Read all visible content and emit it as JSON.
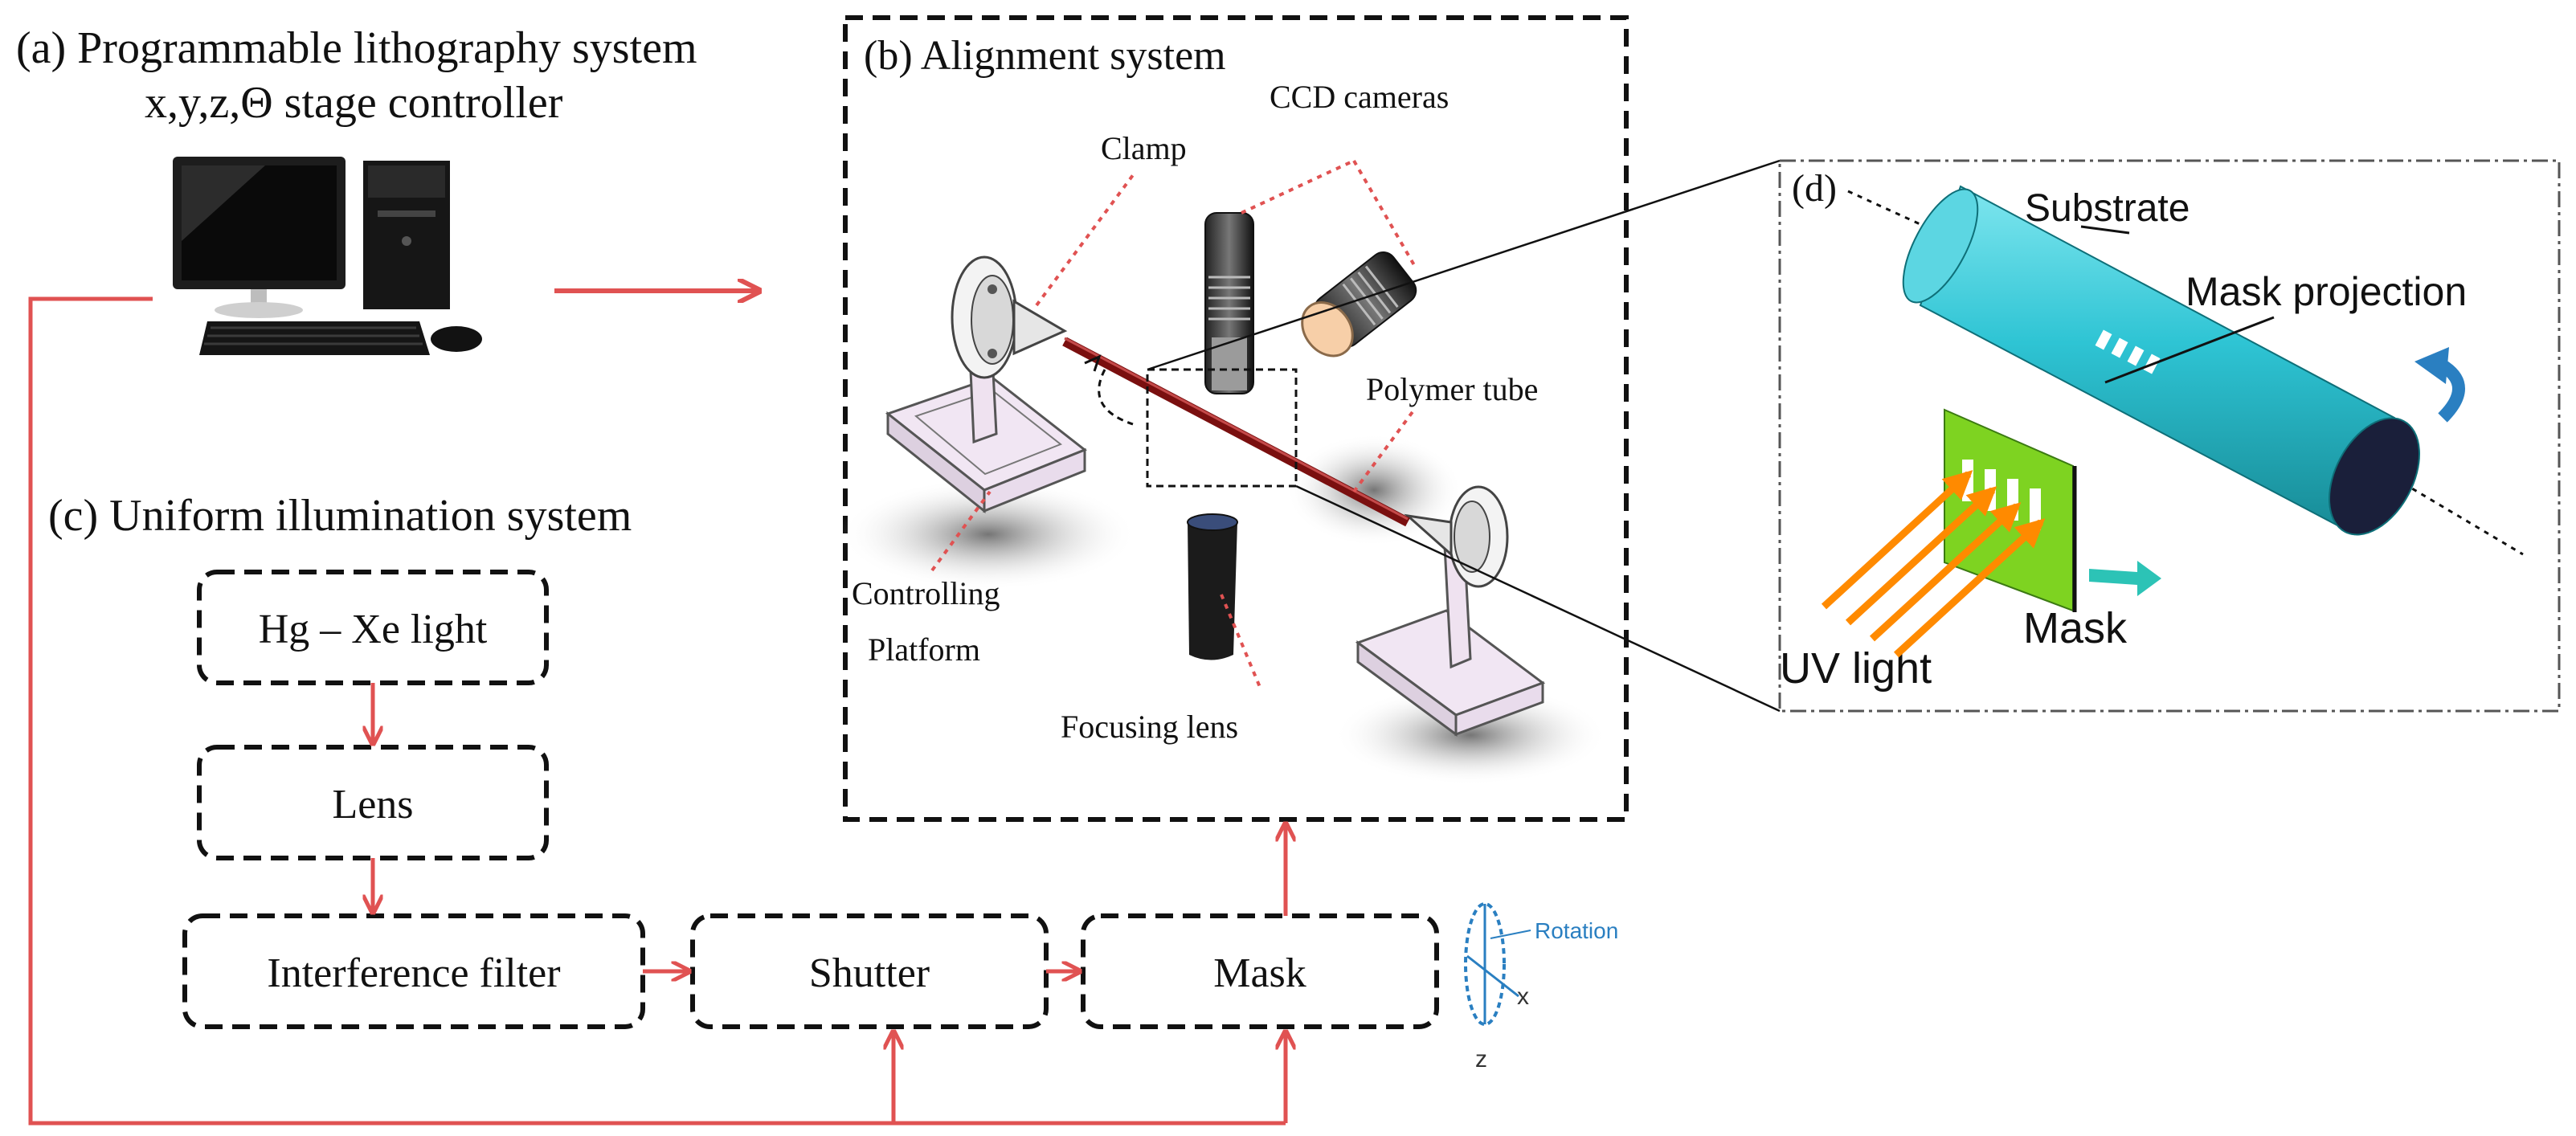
{
  "panels": {
    "a": {
      "title_line1": "(a) Programmable lithography system",
      "title_line2": "x,y,z,Θ stage controller"
    },
    "b": {
      "title": "(b) Alignment system",
      "labels": {
        "clamp": "Clamp",
        "ccd": "CCD cameras",
        "polymer": "Polymer tube",
        "controlling": "Controlling",
        "platform": "Platform",
        "focusing": "Focusing lens"
      }
    },
    "c": {
      "title": "(c) Uniform illumination system",
      "boxes": {
        "hgxe": "Hg – Xe light",
        "lens": "Lens",
        "filter": "Interference filter",
        "shutter": "Shutter",
        "mask": "Mask"
      }
    },
    "d": {
      "title": "(d)",
      "labels": {
        "substrate": "Substrate",
        "projection": "Mask projection",
        "uv": "UV light",
        "mask": "Mask"
      }
    }
  },
  "axes": {
    "rotation": "Rotation",
    "x": "x",
    "z": "z"
  },
  "colors": {
    "arrow": "#e05252",
    "tube": "#2ec4d4",
    "tube_dark": "#1a8f9a",
    "mask": "#7ed321",
    "uv": "#ff8a00",
    "polymer": "#7a0f0f",
    "curl": "#2a7fc1"
  },
  "icons": [
    "computer-icon",
    "ccd-camera-icon",
    "clamp-icon",
    "platform-icon",
    "lens-icon",
    "rotation-axis-icon"
  ]
}
